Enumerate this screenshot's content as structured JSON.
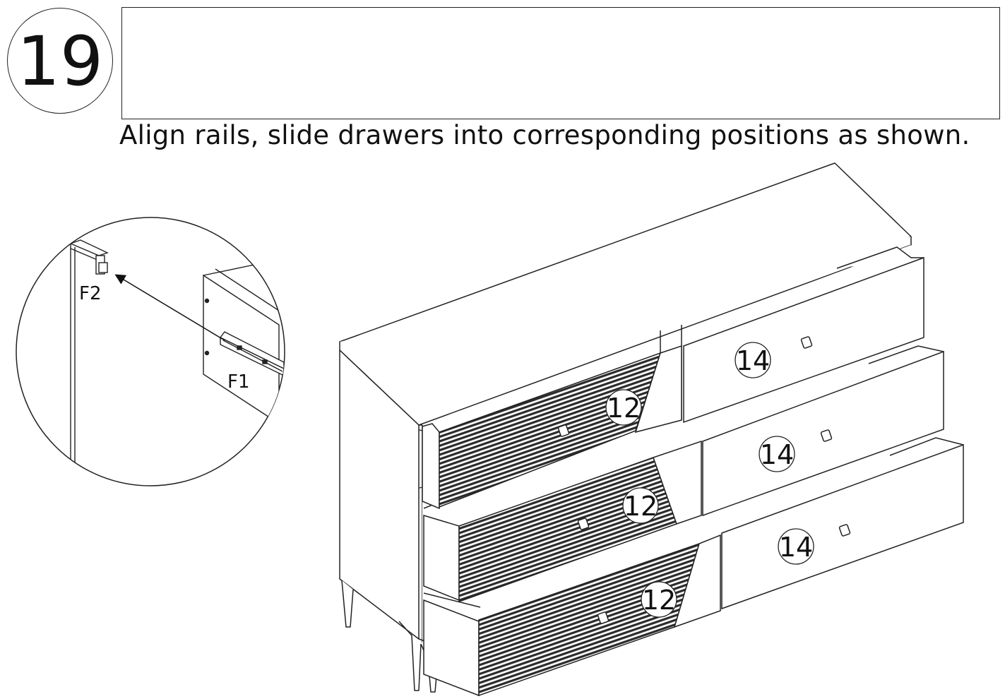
{
  "step": {
    "number": "19",
    "instruction": "Align rails, slide drawers into corresponding positions as shown."
  },
  "detail_callout": {
    "labels": [
      "F2",
      "F1"
    ]
  },
  "part_callouts": {
    "left_drawers": [
      "12",
      "12",
      "12"
    ],
    "right_drawers": [
      "14",
      "14",
      "14"
    ]
  }
}
